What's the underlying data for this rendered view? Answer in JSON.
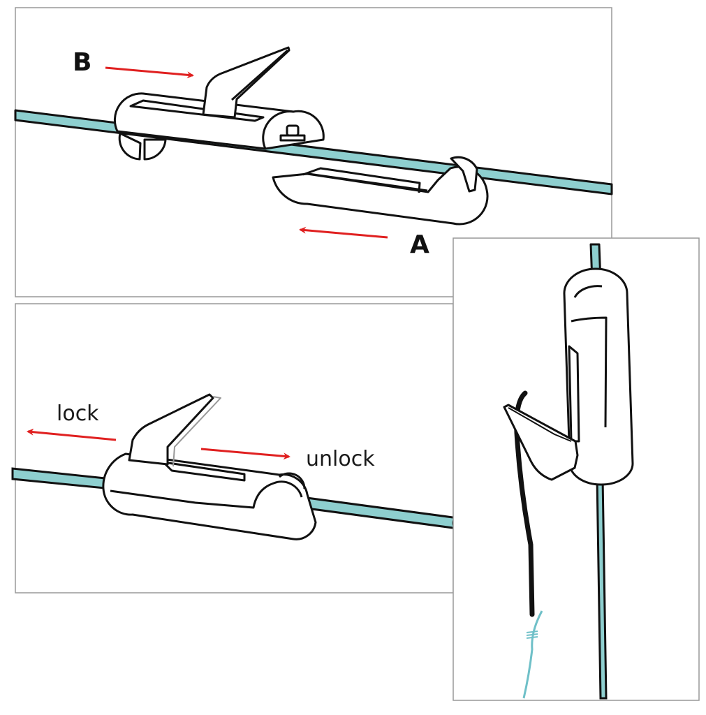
{
  "title": "Line clip attach / lock-unlock instructions",
  "colors": {
    "line": "#8ecfcf",
    "outline": "#111111",
    "arrow": "#e02020",
    "panel_border": "#999999",
    "leader": "#6fc0c8"
  },
  "panels": {
    "top": {
      "label_b": "B",
      "label_a": "A",
      "arrow_b_direction": "right",
      "arrow_a_direction": "left"
    },
    "bottom_left": {
      "label_lock": "lock",
      "label_unlock": "unlock",
      "arrow_lock_direction": "left",
      "arrow_unlock_direction": "right"
    },
    "right": {
      "caption": ""
    }
  }
}
